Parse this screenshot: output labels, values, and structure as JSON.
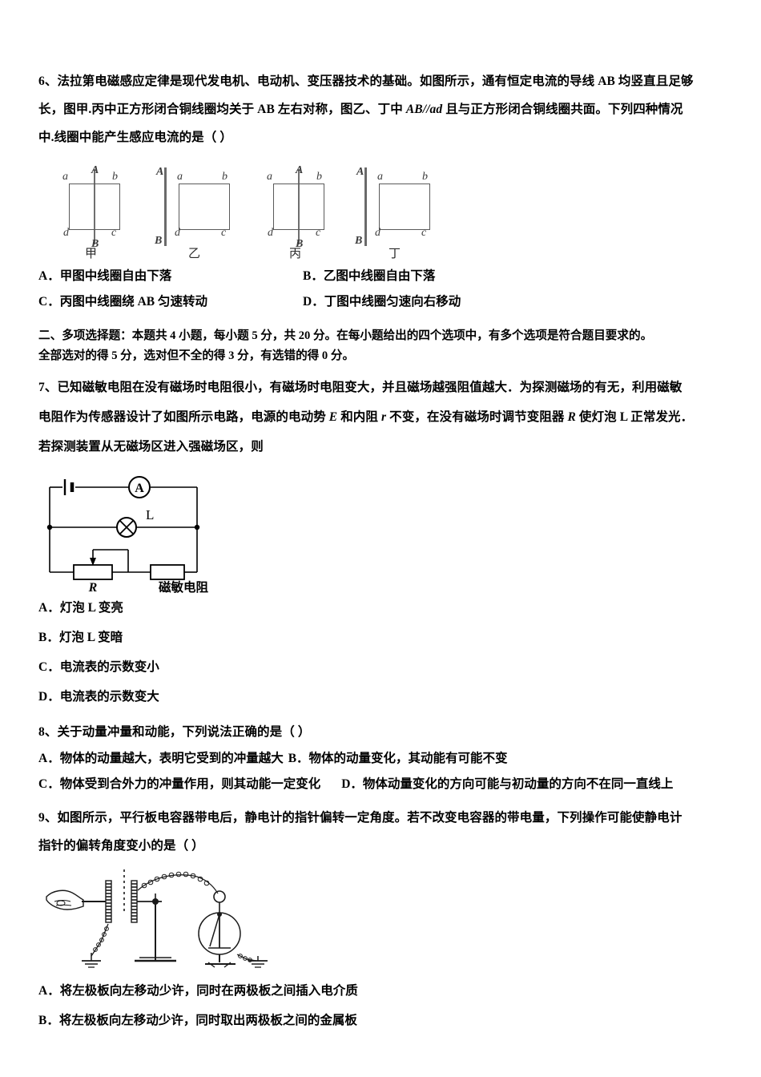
{
  "document": {
    "questions": [
      {
        "number": "6",
        "text_lines": [
          "6、法拉第电磁感应定律是现代发电机、电动机、变压器技术的基础。如图所示，通有恒定电流的导线 AB 均竖直且足够",
          "长，图甲.丙中正方形闭合铜线圈均关于 AB 左右对称，图乙、丁中 AB//ad 且与正方形闭合铜线圈共面。下列四种情况",
          "中.线圈中能产生感应电流的是（  ）"
        ],
        "figures": [
          {
            "caption": "甲",
            "label_A": "A",
            "label_B": "B",
            "corner_a": "a",
            "corner_b": "b",
            "corner_c": "c",
            "corner_d": "d",
            "layout": "center"
          },
          {
            "caption": "乙",
            "label_A": "A",
            "label_B": "B",
            "corner_a": "a",
            "corner_b": "b",
            "corner_c": "c",
            "corner_d": "d",
            "layout": "right"
          },
          {
            "caption": "丙",
            "label_A": "A",
            "label_B": "B",
            "corner_a": "a",
            "corner_b": "b",
            "corner_c": "c",
            "corner_d": "d",
            "layout": "center"
          },
          {
            "caption": "丁",
            "label_A": "A",
            "label_B": "B",
            "corner_a": "a",
            "corner_b": "b",
            "corner_c": "c",
            "corner_d": "d",
            "layout": "right"
          }
        ],
        "options": {
          "a": "A．甲图中线圈自由下落",
          "b": "B．乙图中线圈自由下落",
          "c": "C．丙图中线圈绕 AB 匀速转动",
          "d": "D．丁图中线圈匀速向右移动"
        }
      },
      {
        "number": "7",
        "text_lines": [
          "7、已知磁敏电阻在没有磁场时电阻很小，有磁场时电阻变大，并且磁场越强阻值越大．为探测磁场的有无，利用磁敏",
          "电阻作为传感器设计了如图所示电路，电源的电动势 E 和内阻 r 不变，在没有磁场时调节变阻器 R 使灯泡 L 正常发光．",
          "若探测装置从无磁场区进入强磁场区，则"
        ],
        "circuit": {
          "ammeter_label": "A",
          "lamp_label": "L",
          "rheostat_label": "R",
          "magnetoresistor_label": "磁敏电阻"
        },
        "options": {
          "a": "A．灯泡 L 变亮",
          "b": "B．灯泡 L 变暗",
          "c": "C．电流表的示数变小",
          "d": "D．电流表的示数变大"
        }
      },
      {
        "number": "8",
        "text_lines": [
          "8、关于动量冲量和动能，下列说法正确的是（    ）"
        ],
        "options": {
          "a": "A．物体的动量越大，表明它受到的冲量越大",
          "b": "B．物体的动量变化，其动能有可能不变",
          "c": "C．物体受到合外力的冲量作用，则其动能一定变化",
          "d": "D．物体动量变化的方向可能与初动量的方向不在同一直线上"
        }
      },
      {
        "number": "9",
        "text_lines": [
          "9、如图所示，平行板电容器带电后，静电计的指针偏转一定角度。若不改变电容器的带电量，下列操作可能使静电计",
          "指针的偏转角度变小的是（    ）"
        ],
        "options": {
          "a": "A．将左极板向左移动少许，同时在两极板之间插入电介质",
          "b": "B．将左极板向左移动少许，同时取出两极板之间的金属板"
        }
      }
    ],
    "section_header": {
      "line1": "二、多项选择题：本题共 4 小题，每小题 5 分，共 20 分。在每小题给出的四个选项中，有多个选项是符合题目要求的。",
      "line2": "全部选对的得 5 分，选对但不全的得 3 分，有选错的得 0 分。"
    }
  }
}
